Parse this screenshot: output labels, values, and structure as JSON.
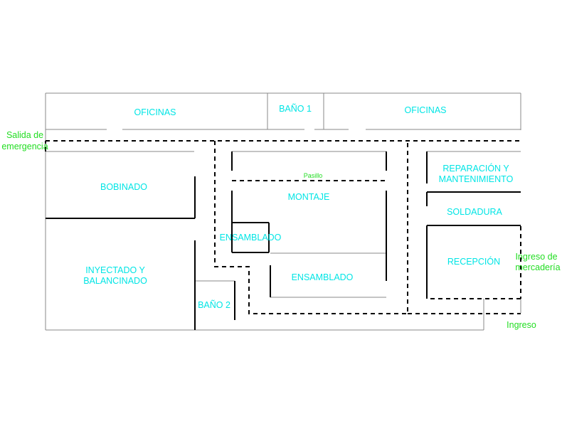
{
  "plan": {
    "rooms": {
      "oficinas_left": "OFICINAS",
      "bano1": "BAÑO 1",
      "oficinas_right": "OFICINAS",
      "bobinado": "BOBINADO",
      "pasillo": "Pasillo",
      "montaje": "MONTAJE",
      "ensamblado_left": "ENSAMBLADO",
      "ensamblado_bottom": "ENSAMBLADO",
      "inyectado_line1": "INYECTADO Y",
      "inyectado_line2": "BALANCINADO",
      "bano2": "BAÑO 2",
      "reparacion_line1": "REPARACIÓN Y",
      "reparacion_line2": "MANTENIMIENTO",
      "soldadura": "SOLDADURA",
      "recepcion": "RECEPCIÓN"
    },
    "annotations": {
      "salida_line1": "Salida de",
      "salida_line2": "emergencia",
      "ingreso_mercaderia_line1": "Ingreso de",
      "ingreso_mercaderia_line2": "mercadería",
      "ingreso": "Ingreso"
    },
    "colors": {
      "room_label": "#00e5e5",
      "annotation": "#22dd22",
      "wall": "#888888",
      "heavy_wall": "#000000"
    }
  }
}
